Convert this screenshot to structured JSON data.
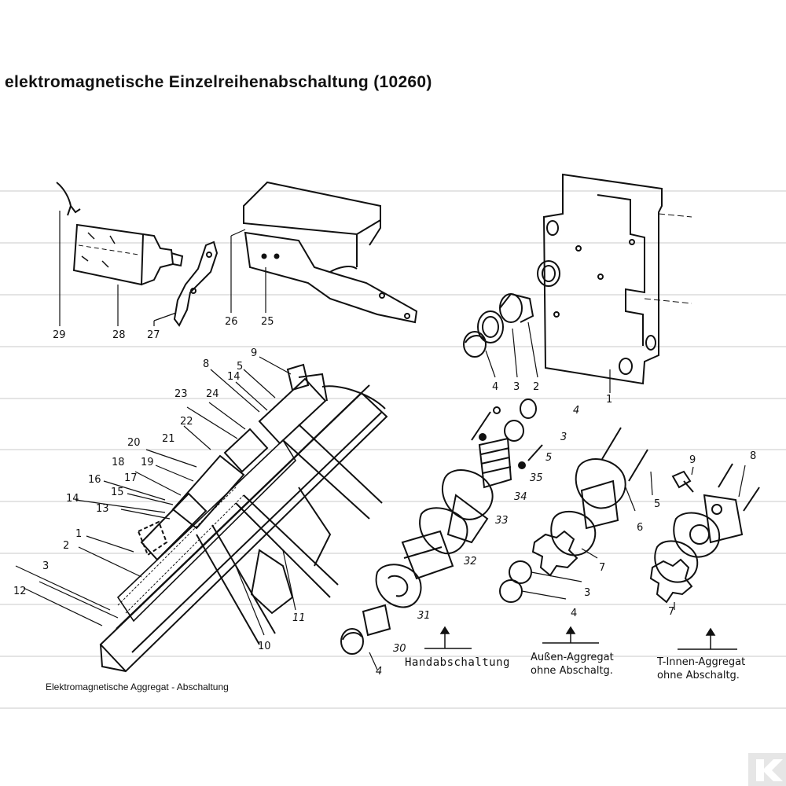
{
  "title": "elektromagnetische  Einzelreihenabschaltung  (10260)",
  "captions": {
    "electromagnetic": "Elektromagnetische Aggregat - Abschaltung",
    "manual": "Handabschaltung",
    "outer_line1": "Außen-Aggregat",
    "outer_line2": "ohne Abschaltg.",
    "inner_line1": "T-Innen-Aggregat",
    "inner_line2": "ohne Abschaltg."
  },
  "labels": {
    "top_left": [
      "29",
      "28",
      "27",
      "26",
      "25"
    ],
    "top_right": [
      "4",
      "3",
      "2",
      "1"
    ],
    "main": [
      "9",
      "8",
      "14",
      "5",
      "23",
      "24",
      "22",
      "21",
      "20",
      "19",
      "18",
      "17",
      "16",
      "15",
      "14",
      "13",
      "1",
      "2",
      "3",
      "12",
      "10",
      "11"
    ],
    "manual": [
      "4",
      "3",
      "5",
      "35",
      "34",
      "33",
      "32",
      "31",
      "30",
      "4"
    ],
    "outer": [
      "5",
      "6",
      "7",
      "3",
      "4"
    ],
    "inner": [
      "9",
      "8",
      "7"
    ]
  },
  "logo_icon": "company-logo-icon"
}
